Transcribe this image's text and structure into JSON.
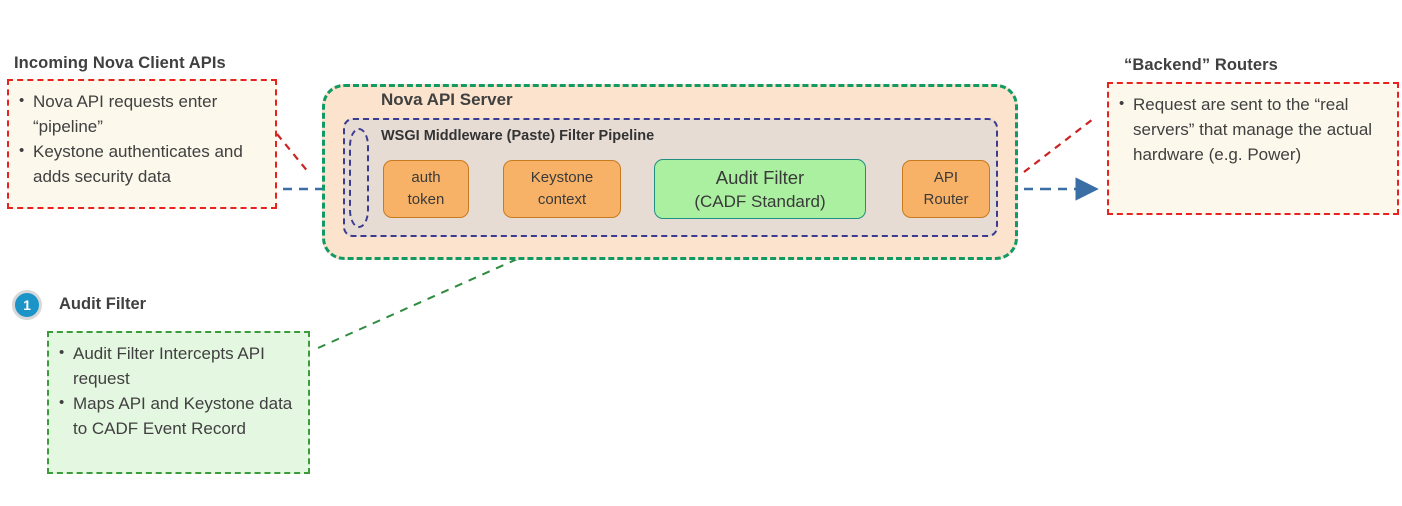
{
  "diagram": {
    "title_left": "Incoming Nova Client  APIs",
    "title_right": "“Backend” Routers",
    "server": {
      "title": "Nova API Server",
      "pipeline_title": "WSGI Middleware (Paste) Filter Pipeline",
      "nodes": [
        {
          "id": "auth-token",
          "line1": "auth",
          "line2": "token",
          "color": "#f7b267",
          "kind": "orange"
        },
        {
          "id": "keystone-context",
          "line1": "Keystone",
          "line2": "context",
          "color": "#f7b267",
          "kind": "orange"
        },
        {
          "id": "audit-filter",
          "line1": "Audit Filter",
          "line2": "(CADF Standard)",
          "color": "#aaf0a0",
          "kind": "green"
        },
        {
          "id": "api-router",
          "line1": "API",
          "line2": "Router",
          "color": "#f7b267",
          "kind": "orange"
        }
      ]
    },
    "callout_left": {
      "bullets": [
        "Nova API requests enter “pipeline”",
        "Keystone authenticates and adds security data"
      ]
    },
    "callout_right": {
      "bullets": [
        "Request are sent to the “real servers” that manage the actual hardware (e.g. Power)"
      ]
    },
    "annotation": {
      "badge_number": "1",
      "label": "Audit Filter",
      "bullets": [
        "Audit Filter Intercepts API request",
        "Maps API and Keystone data to CADF Event Record"
      ]
    },
    "colors": {
      "flow_arrow": "#3b6ea5",
      "callout_border_red": "#e8231f",
      "callout_fill_cream": "#fdf8ec",
      "callout_border_green": "#3c9c3c",
      "callout_fill_green": "#e4f7e0",
      "server_border": "#119a63",
      "server_fill": "#fce3cd",
      "pipeline_border": "#3b3b8f",
      "pipeline_fill": "#e6dcd4",
      "badge_blue": "#1b94c8",
      "leader_red": "#cc2222",
      "leader_green": "#2e8b3f"
    }
  }
}
